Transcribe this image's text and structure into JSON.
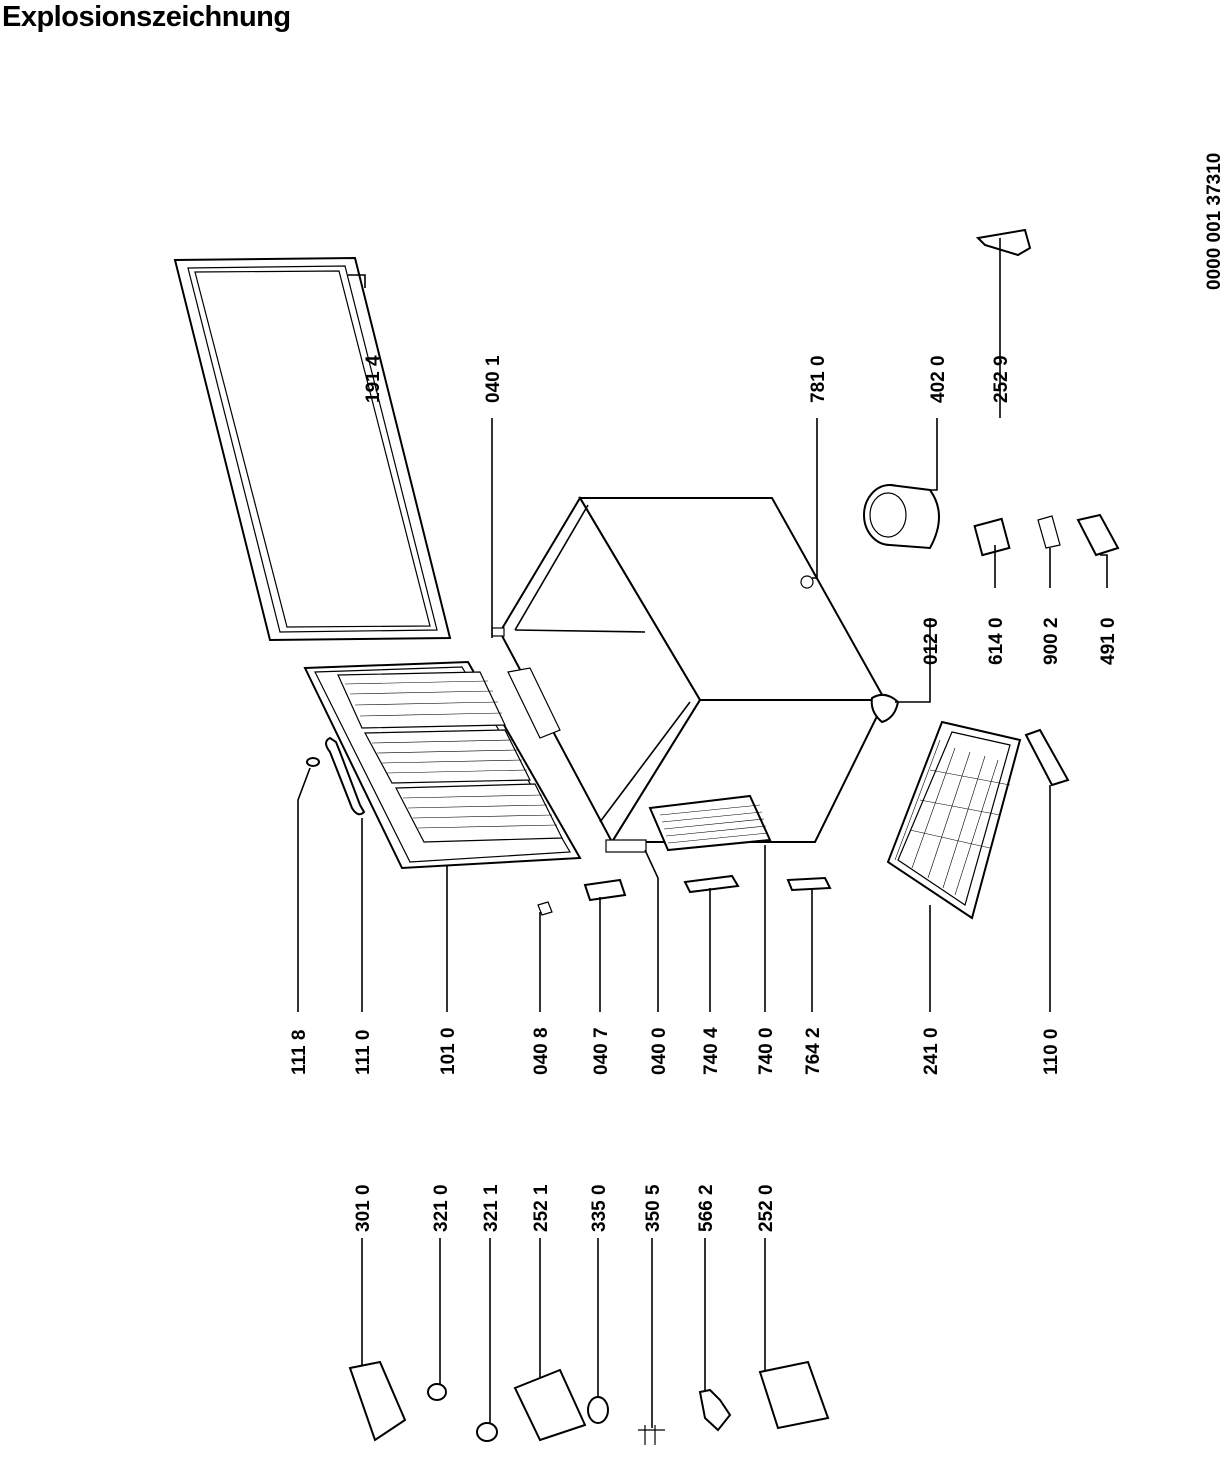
{
  "header": {
    "title": "Explosionszeichnung",
    "drawing_number": "0000 001 37310"
  },
  "parts": {
    "p1914": "191 4",
    "p0401": "040 1",
    "p7810": "781 0",
    "p4020": "402 0",
    "p2529": "252 9",
    "p0120": "012 0",
    "p6140": "614 0",
    "p9002": "900 2",
    "p4910": "491 0",
    "p1118": "111 8",
    "p1110": "111 0",
    "p1010": "101 0",
    "p0408": "040 8",
    "p0407": "040 7",
    "p0400": "040 0",
    "p7404": "740 4",
    "p7400": "740 0",
    "p7642": "764 2",
    "p2410": "241 0",
    "p1100": "110 0",
    "p3010": "301 0",
    "p3210": "321 0",
    "p3211": "321 1",
    "p2521": "252 1",
    "p3350": "335 0",
    "p3505": "350 5",
    "p5662": "566 2",
    "p2520": "252 0"
  }
}
